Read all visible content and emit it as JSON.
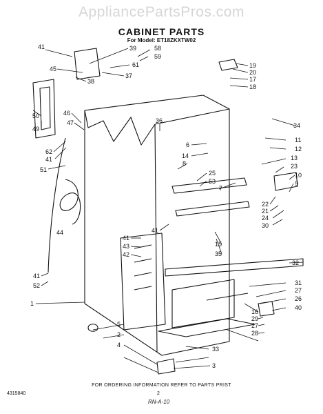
{
  "header": {
    "watermark": "AppliancePartsPros.com",
    "title": "CABINET PARTS",
    "subtitle": "For Model: ET18ZKXTW02"
  },
  "footer": {
    "ordering_note": "FOR ORDERING INFORMATION REFER TO PARTS PRIST",
    "doc_number": "4315840",
    "page_number": "2",
    "revision": "RN-A-10"
  },
  "callouts": [
    "41",
    "39",
    "58",
    "59",
    "61",
    "37",
    "45",
    "38",
    "50",
    "49",
    "46",
    "47",
    "62",
    "41",
    "51",
    "44",
    "36",
    "6",
    "14",
    "8",
    "25",
    "53",
    "7",
    "19",
    "20",
    "17",
    "18",
    "34",
    "11",
    "12",
    "13",
    "23",
    "10",
    "9",
    "22",
    "21",
    "24",
    "30",
    "41",
    "15",
    "35",
    "41",
    "43",
    "42",
    "32",
    "41",
    "52",
    "1",
    "31",
    "27",
    "26",
    "40",
    "16",
    "29",
    "27",
    "28",
    "33",
    "5",
    "2",
    "4",
    "3"
  ],
  "colors": {
    "ink": "#111111",
    "watermark": "#d6d6d6"
  }
}
